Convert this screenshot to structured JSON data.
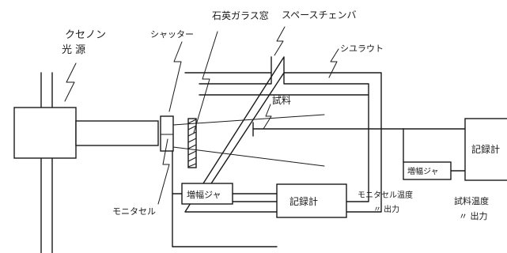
{
  "labels": {
    "lamp_line1": "クセノン",
    "lamp_line2": "光 源",
    "shutter": "シャッター",
    "quartz_window": "石英ガラス窓",
    "space_chamber": "スペースチェンバ",
    "shroud": "シユラウト",
    "sample": "試料",
    "monitor_cell": "モニタセル",
    "amp_lower": "増幅ジャ",
    "recorder_lower": "記録計",
    "amp_right": "増幅ジャ",
    "recorder_right": "記録計",
    "monitor_output_line1": "モニタセル温度",
    "monitor_output_line2": "〃 出力",
    "sample_output_line1": "試料温度",
    "sample_output_line2": "〃 出力"
  },
  "colors": {
    "ink": "#1a1a1a",
    "paper": "#ffffff"
  }
}
